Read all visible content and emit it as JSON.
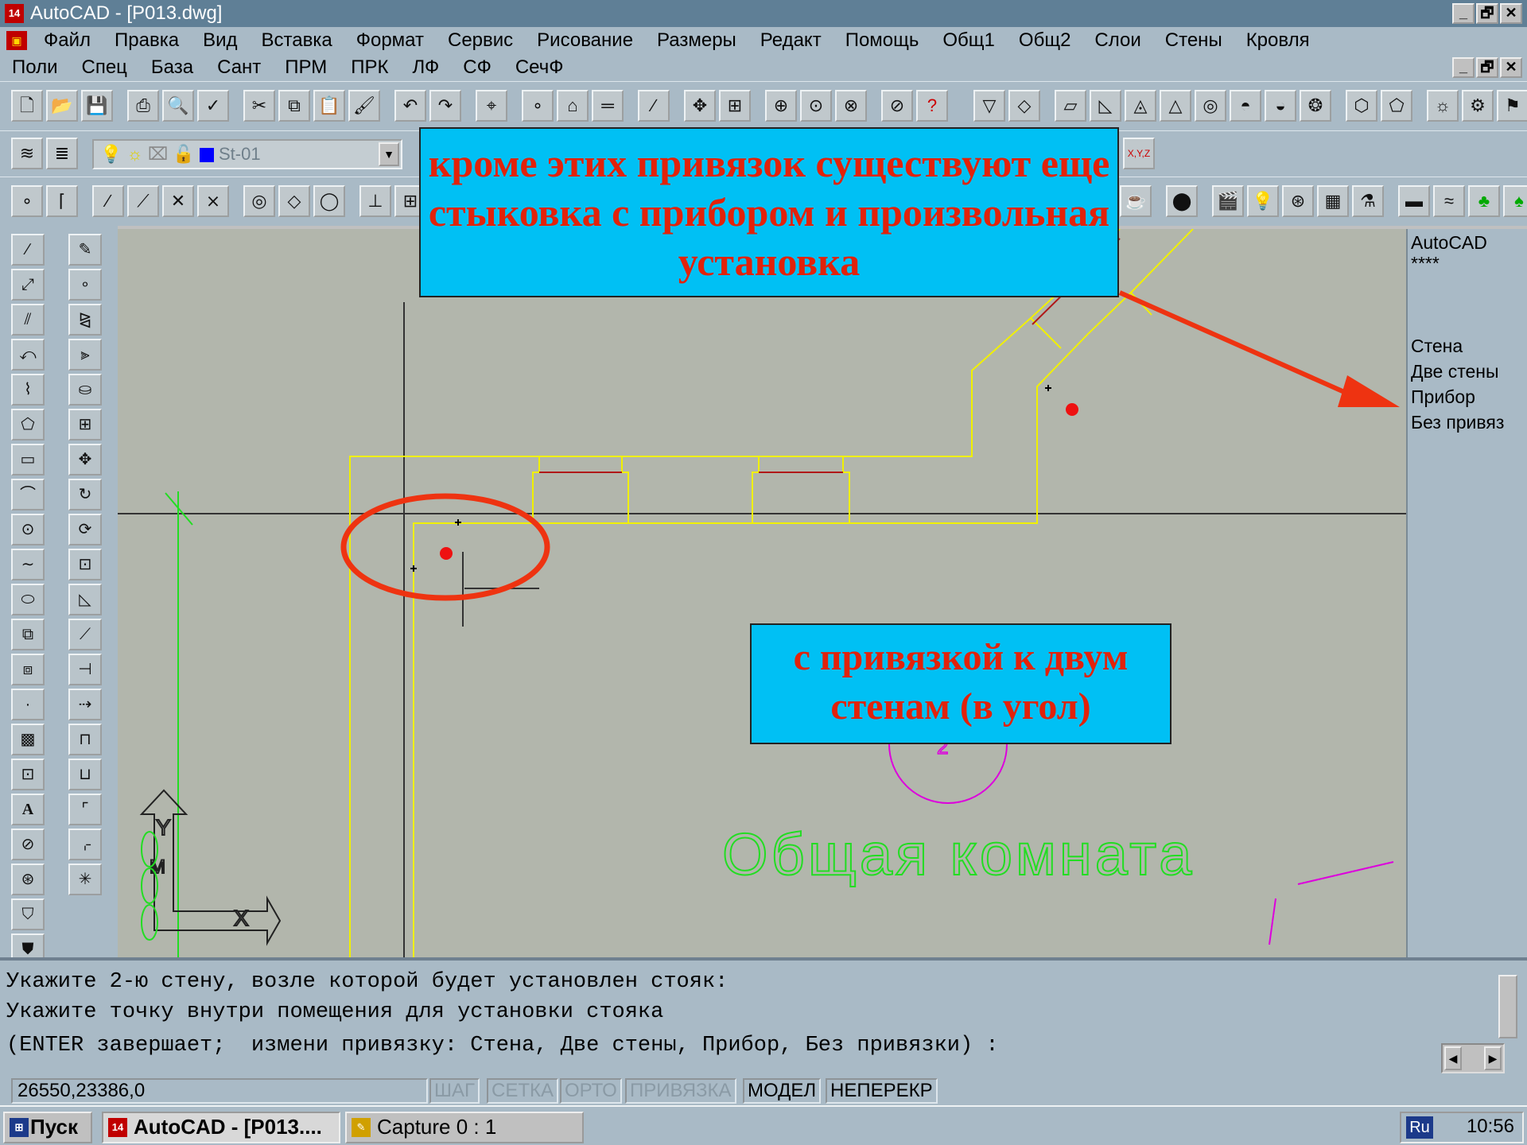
{
  "titlebar": {
    "title": "AutoCAD - [P013.dwg]",
    "app_icon_text": "14",
    "minimize": "_",
    "maximize": "🗗",
    "close": "✕"
  },
  "menu": {
    "row1": [
      "Файл",
      "Правка",
      "Вид",
      "Вставка",
      "Формат",
      "Сервис",
      "Рисование",
      "Размеры",
      "Редакт",
      "Помощь",
      "Общ1",
      "Общ2",
      "Слои",
      "Стены",
      "Кровля"
    ],
    "row2": [
      "Поли",
      "Спец",
      "База",
      "Сант",
      "ПРМ",
      "ПРК",
      "ЛФ",
      "СФ",
      "СечФ"
    ]
  },
  "layer": {
    "name": "St-01",
    "xyz_label": "X,Y,Z"
  },
  "side_menu": {
    "header": "AutoCAD",
    "stars": "****",
    "items": [
      "Стена",
      "Две стены",
      "Прибор",
      "Без привяз"
    ]
  },
  "callouts": {
    "top": "кроме этих привязок существуют еще стыковка с прибором и произвольная установка",
    "bottom": "с привязкой к двум стенам (в угол)"
  },
  "drawing": {
    "room_label": "Общая комната",
    "room_number": "2",
    "colors": {
      "background": "#b2b6ac",
      "wall": "#f0f000",
      "red_line": "#b01818",
      "green": "#22dd22",
      "magenta": "#dd00dd",
      "marker": "#ee1111",
      "annotation": "#ee3311",
      "callout_bg": "#00c0f4"
    }
  },
  "command": {
    "lines": [
      "Укажите 2-ю стену, возле которой будет установлен стояк:",
      "Укажите точку внутри помещения для установки стояка",
      "(ENTER завершает;  измени привязку: Стена, Две стены, Прибор, Без привязки) :"
    ]
  },
  "status": {
    "coords": "26550,23386,0",
    "buttons": [
      {
        "label": "ШАГ",
        "on": false
      },
      {
        "label": "СЕТКА",
        "on": false
      },
      {
        "label": "ОРТО",
        "on": false
      },
      {
        "label": "ПРИВЯЗКА",
        "on": false
      },
      {
        "label": "МОДЕЛ",
        "on": true
      },
      {
        "label": "НЕПЕРЕКР",
        "on": true
      }
    ]
  },
  "taskbar": {
    "start": "Пуск",
    "tasks": [
      "AutoCAD - [P013....",
      "Capture 0 : 1"
    ],
    "lang": "Ru",
    "clock": "10:56"
  }
}
